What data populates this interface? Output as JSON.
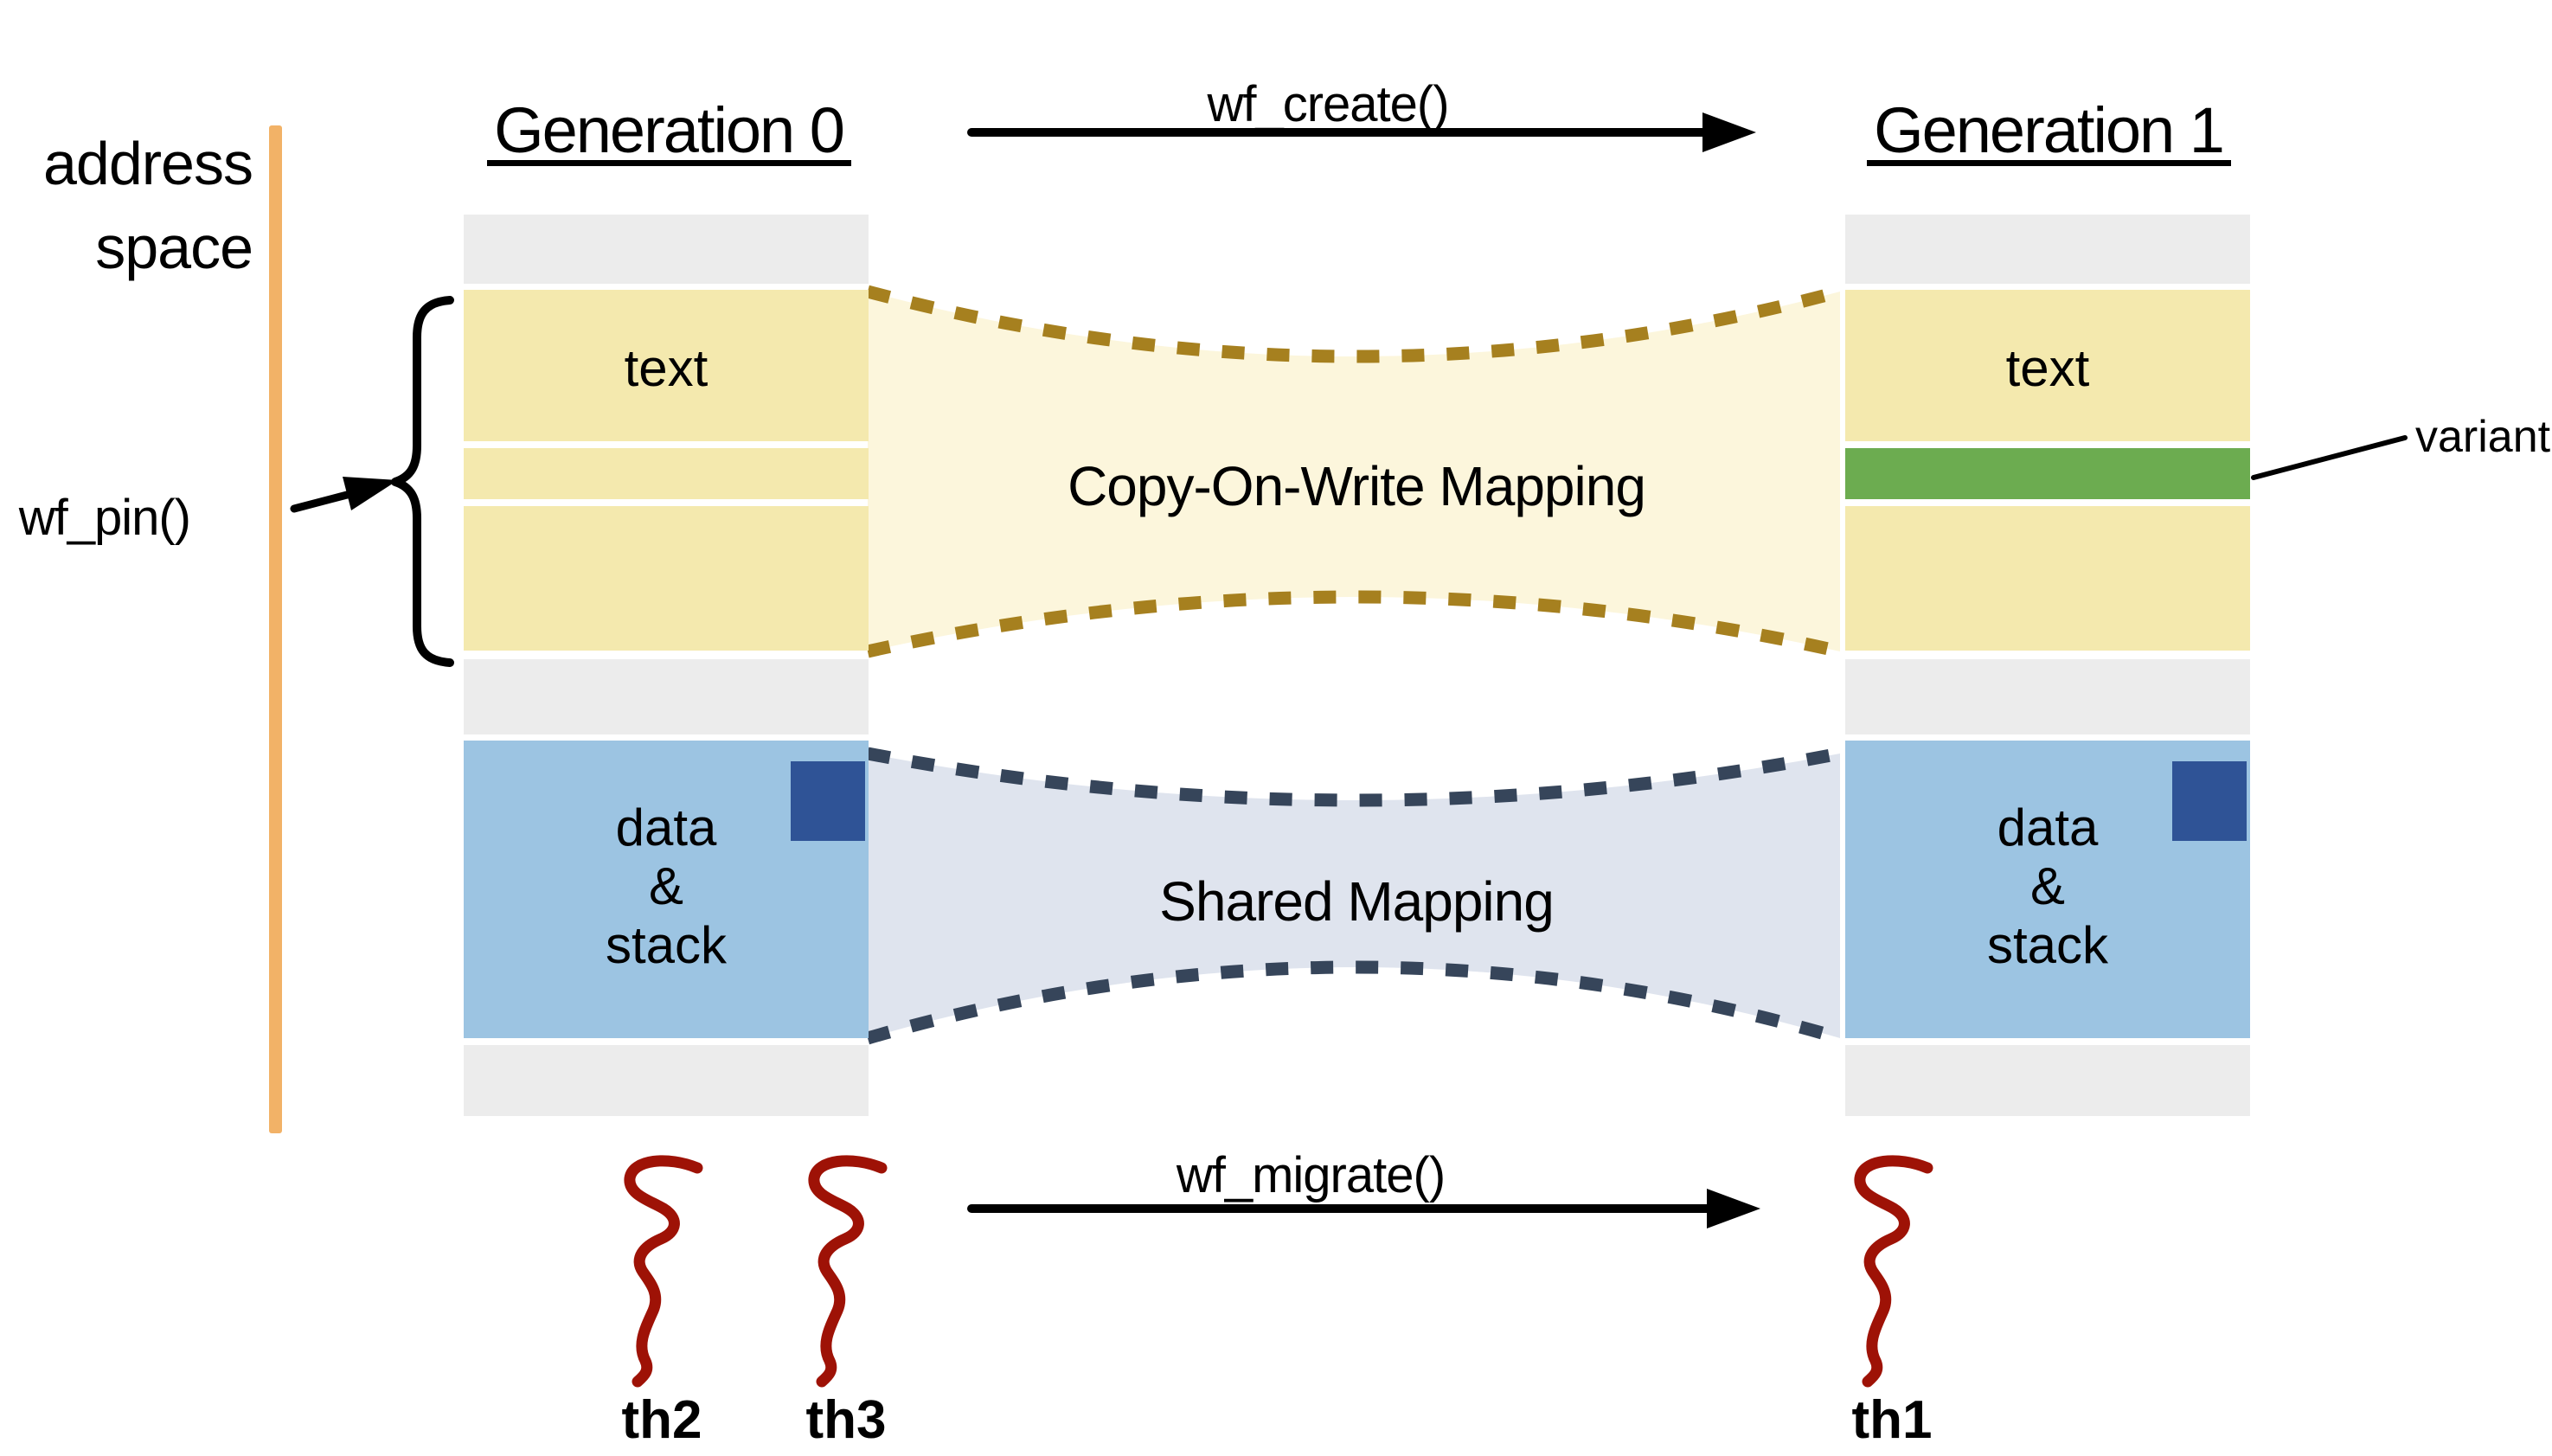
{
  "address_space": {
    "line1": "address",
    "line2": "space"
  },
  "functions": {
    "pin": "wf_pin()",
    "create": "wf_create()",
    "migrate": "wf_migrate()"
  },
  "generations": {
    "gen0": {
      "title": "Generation 0",
      "text_label": "text",
      "data_lines": [
        "data",
        "&",
        "stack"
      ]
    },
    "gen1": {
      "title": "Generation 1",
      "text_label": "text",
      "data_lines": [
        "data",
        "&",
        "stack"
      ],
      "variant_label": "variant"
    }
  },
  "mappings": {
    "cow": "Copy-On-Write Mapping",
    "shared": "Shared Mapping"
  },
  "threads": {
    "th1": "th1",
    "th2": "th2",
    "th3": "th3"
  },
  "colors": {
    "segment_yellow": "#f4e9ae",
    "segment_gray": "#ececec",
    "segment_blue": "#9cc4e2",
    "pinned_square_navy": "#2f5396",
    "variant_green": "#6cac50",
    "cow_fill": "#fcf6dc",
    "cow_dash": "#a6801f",
    "cow_text": "#b0872c",
    "shared_fill": "#dfe4ee",
    "shared_dash": "#36455a",
    "shared_text": "#48575b",
    "address_line_orange": "#f2b267",
    "address_text_brown": "#9a5c17",
    "thread_red": "#9e1206",
    "ink": "#000000"
  }
}
